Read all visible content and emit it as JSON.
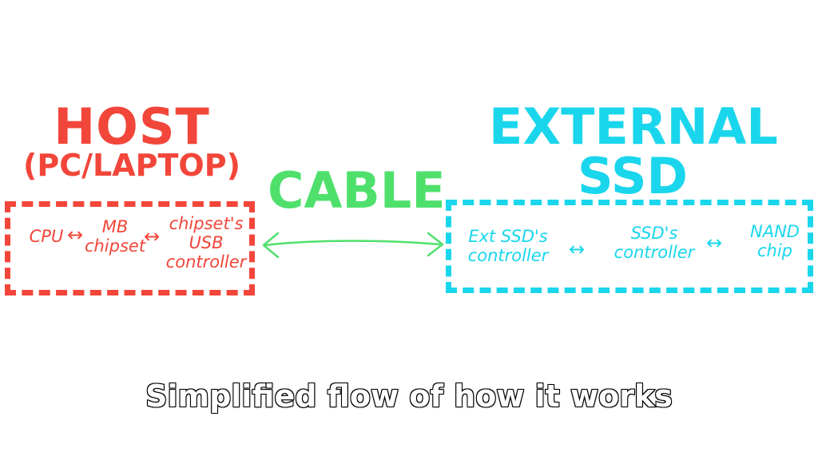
{
  "colors": {
    "host": "#f2463a",
    "cable": "#4fe06c",
    "ssd": "#1ad6ec",
    "caption_fill": "#ffffff",
    "caption_stroke": "#000000"
  },
  "host": {
    "title": "HOST",
    "subtitle": "(PC/LAPTOP)",
    "nodes": {
      "cpu": "CPU",
      "mb": "MB\nchipset",
      "usb": "chipset's\nUSB\ncontroller"
    },
    "arrow1": "↔",
    "arrow2": "↔"
  },
  "cable": {
    "title": "CABLE"
  },
  "ssd": {
    "title_line1": "EXTERNAL",
    "title_line2": "SSD",
    "nodes": {
      "ext_controller": "Ext SSD's\ncontroller",
      "ssd_controller": "SSD's\ncontroller",
      "nand": "NAND\nchip"
    },
    "arrow1": "↔",
    "arrow2": "↔"
  },
  "caption": "Simplified flow of how it works"
}
